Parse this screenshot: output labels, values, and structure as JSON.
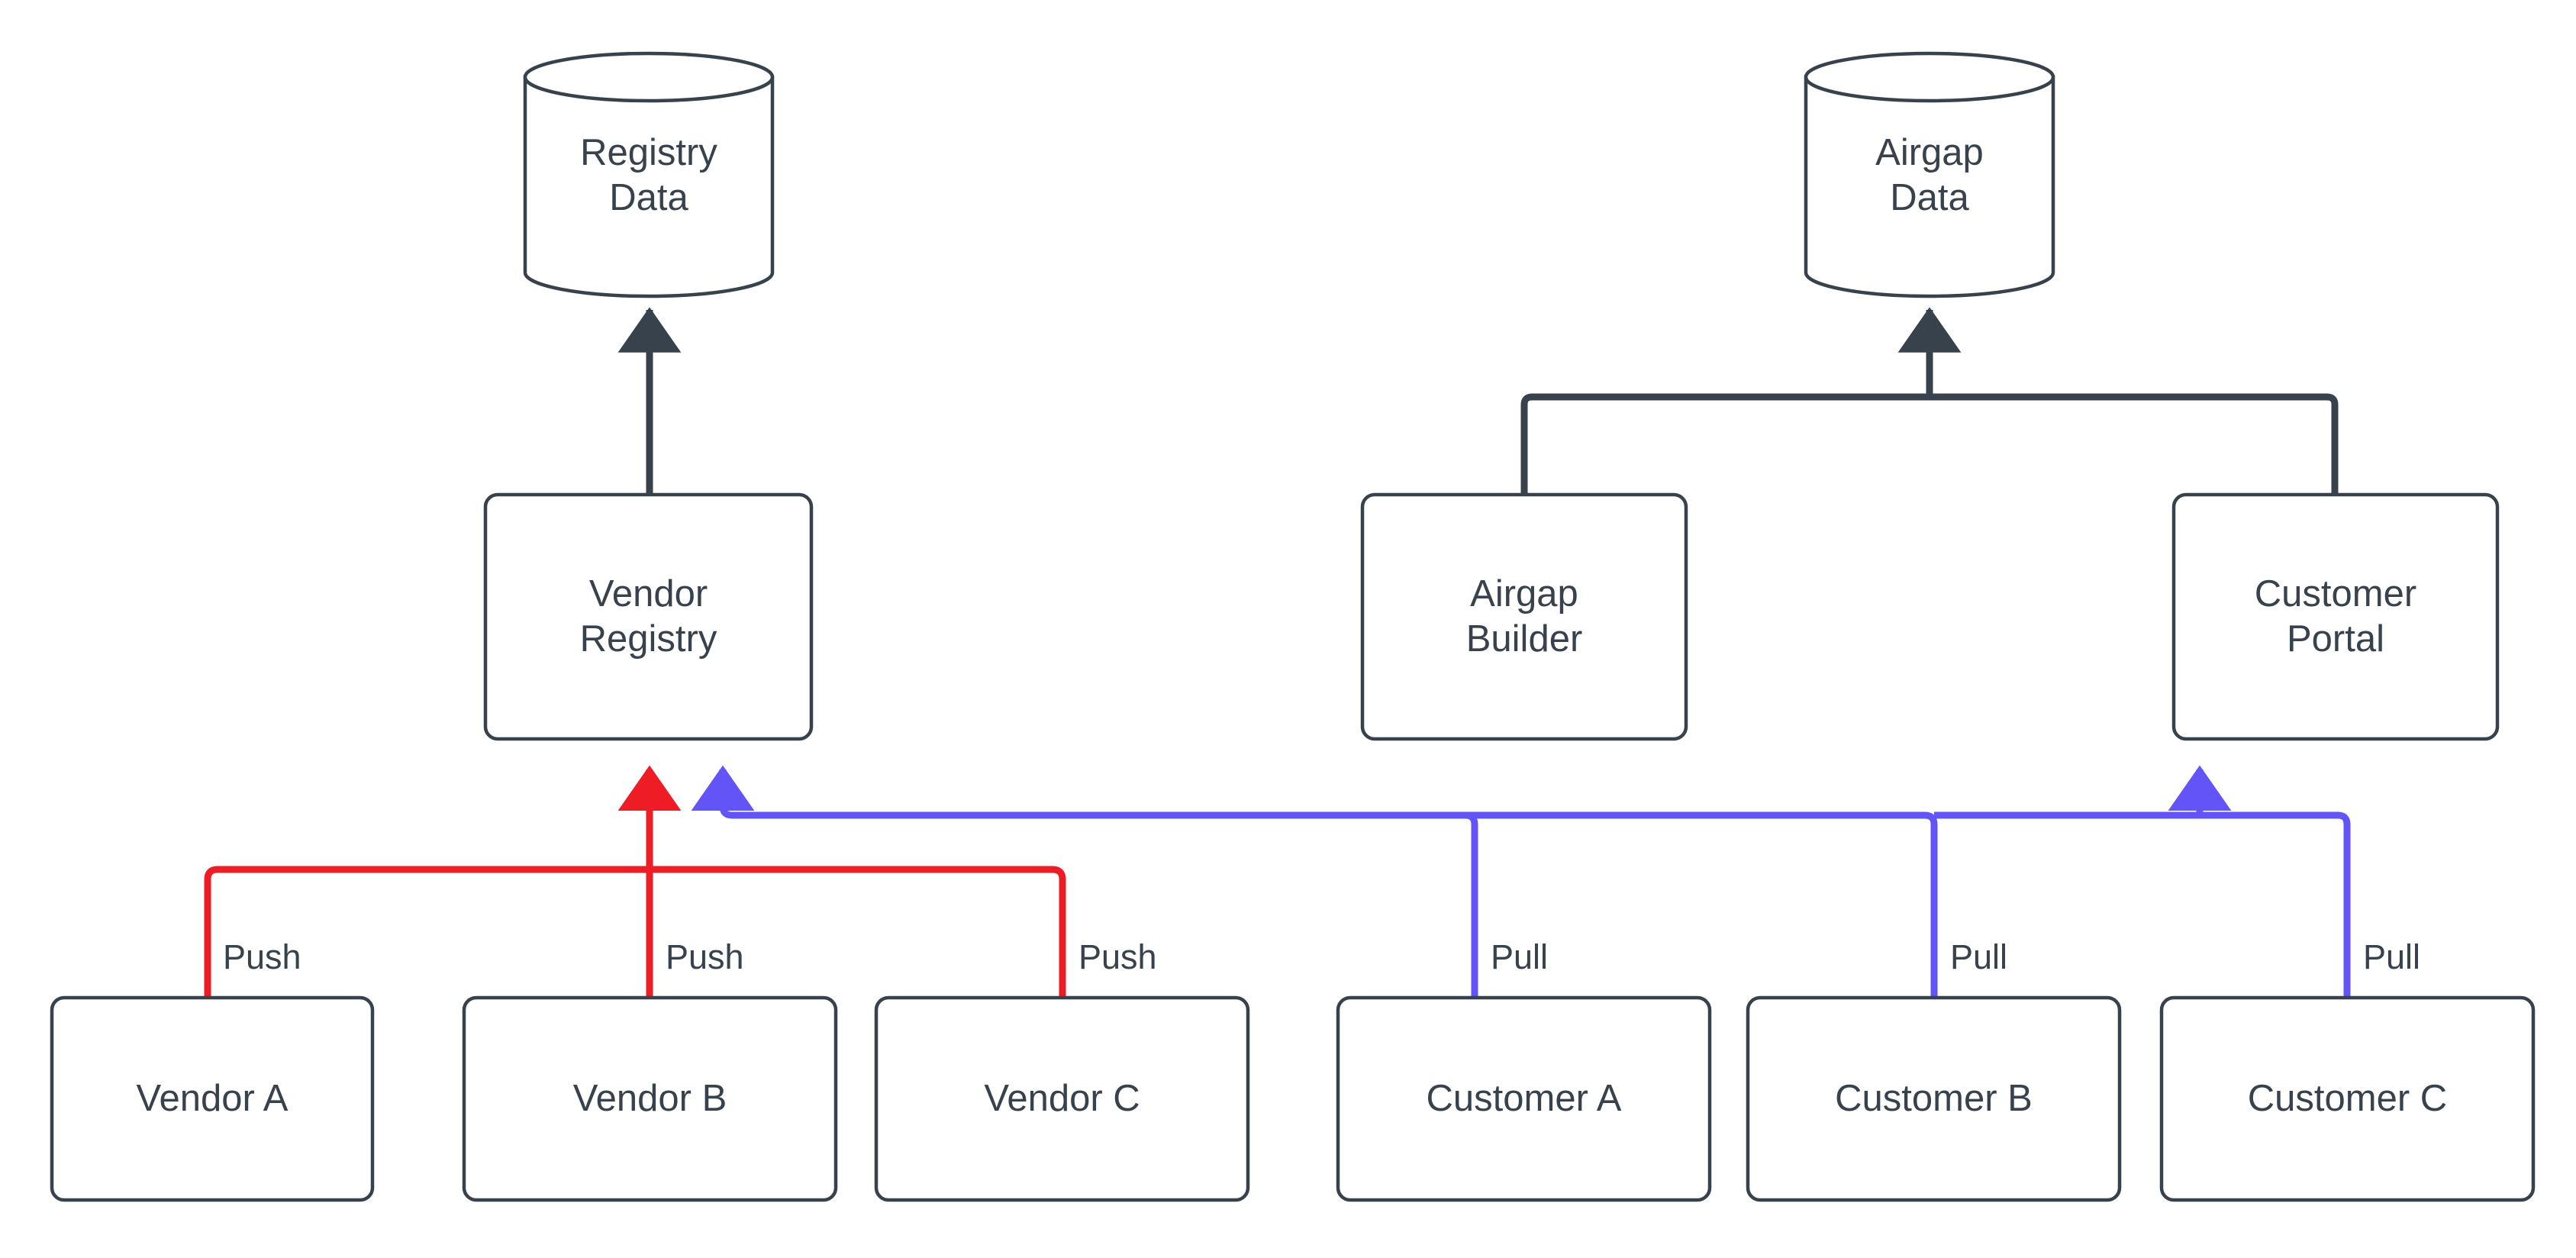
{
  "diagram": {
    "type": "flowchart",
    "title": "",
    "background_color": "#ffffff",
    "colors": {
      "node_stroke": "#37424d",
      "node_fill": "#ffffff",
      "text": "#37424d",
      "push_edge": "#ee1c25",
      "pull_edge": "#6254f7",
      "default_edge": "#37424d"
    },
    "datastores": [
      {
        "id": "registry-data",
        "line1": "Registry",
        "line2": "Data"
      },
      {
        "id": "airgap-data",
        "line1": "Airgap",
        "line2": "Data"
      }
    ],
    "services": [
      {
        "id": "vendor-registry",
        "line1": "Vendor",
        "line2": "Registry"
      },
      {
        "id": "airgap-builder",
        "line1": "Airgap",
        "line2": "Builder"
      },
      {
        "id": "customer-portal",
        "line1": "Customer",
        "line2": "Portal"
      }
    ],
    "actors": [
      {
        "id": "vendor-a",
        "label": "Vendor A",
        "edge_label": "Push",
        "edge_kind": "push"
      },
      {
        "id": "vendor-b",
        "label": "Vendor B",
        "edge_label": "Push",
        "edge_kind": "push"
      },
      {
        "id": "vendor-c",
        "label": "Vendor C",
        "edge_label": "Push",
        "edge_kind": "push"
      },
      {
        "id": "customer-a",
        "label": "Customer A",
        "edge_label": "Pull",
        "edge_kind": "pull"
      },
      {
        "id": "customer-b",
        "label": "Customer B",
        "edge_label": "Pull",
        "edge_kind": "pull"
      },
      {
        "id": "customer-c",
        "label": "Customer C",
        "edge_label": "Pull",
        "edge_kind": "pull"
      }
    ],
    "edges": [
      {
        "from": "vendor-registry",
        "to": "registry-data",
        "label": "",
        "kind": "default"
      },
      {
        "from": "airgap-builder",
        "to": "airgap-data",
        "label": "",
        "kind": "default"
      },
      {
        "from": "customer-portal",
        "to": "airgap-data",
        "label": "",
        "kind": "default"
      },
      {
        "from": "vendor-a",
        "to": "vendor-registry",
        "label": "Push",
        "kind": "push"
      },
      {
        "from": "vendor-b",
        "to": "vendor-registry",
        "label": "Push",
        "kind": "push"
      },
      {
        "from": "vendor-c",
        "to": "vendor-registry",
        "label": "Push",
        "kind": "push"
      },
      {
        "from": "customer-a",
        "to": "vendor-registry",
        "label": "Pull",
        "kind": "pull"
      },
      {
        "from": "customer-b",
        "to": "vendor-registry",
        "label": "Pull",
        "kind": "pull"
      },
      {
        "from": "customer-c",
        "to": "customer-portal",
        "label": "Pull",
        "kind": "pull"
      }
    ]
  }
}
